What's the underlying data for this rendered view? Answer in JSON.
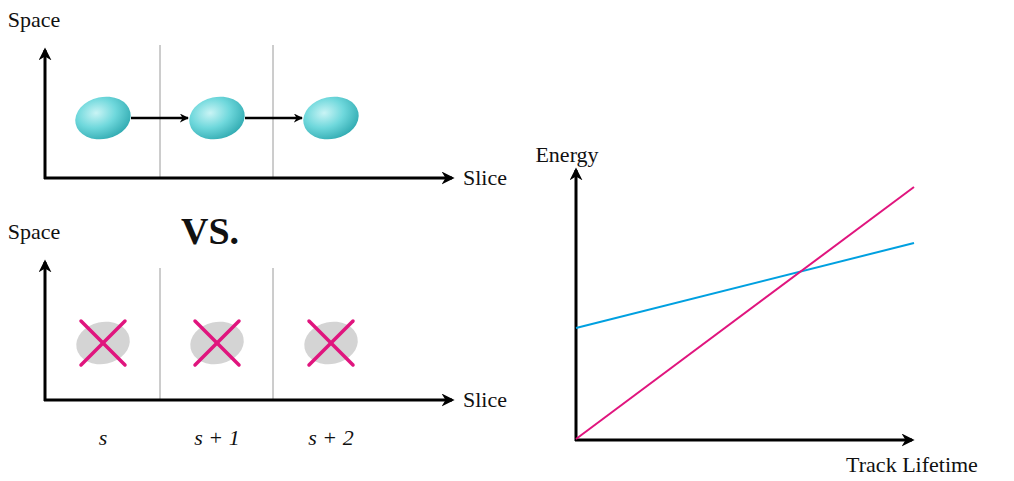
{
  "diagram": {
    "labels": [
      "Space",
      "Slice",
      "VS.",
      "Space",
      "Slice",
      "s",
      "s + 1",
      "s + 2",
      "Energy",
      "Track Lifetime"
    ]
  }
}
